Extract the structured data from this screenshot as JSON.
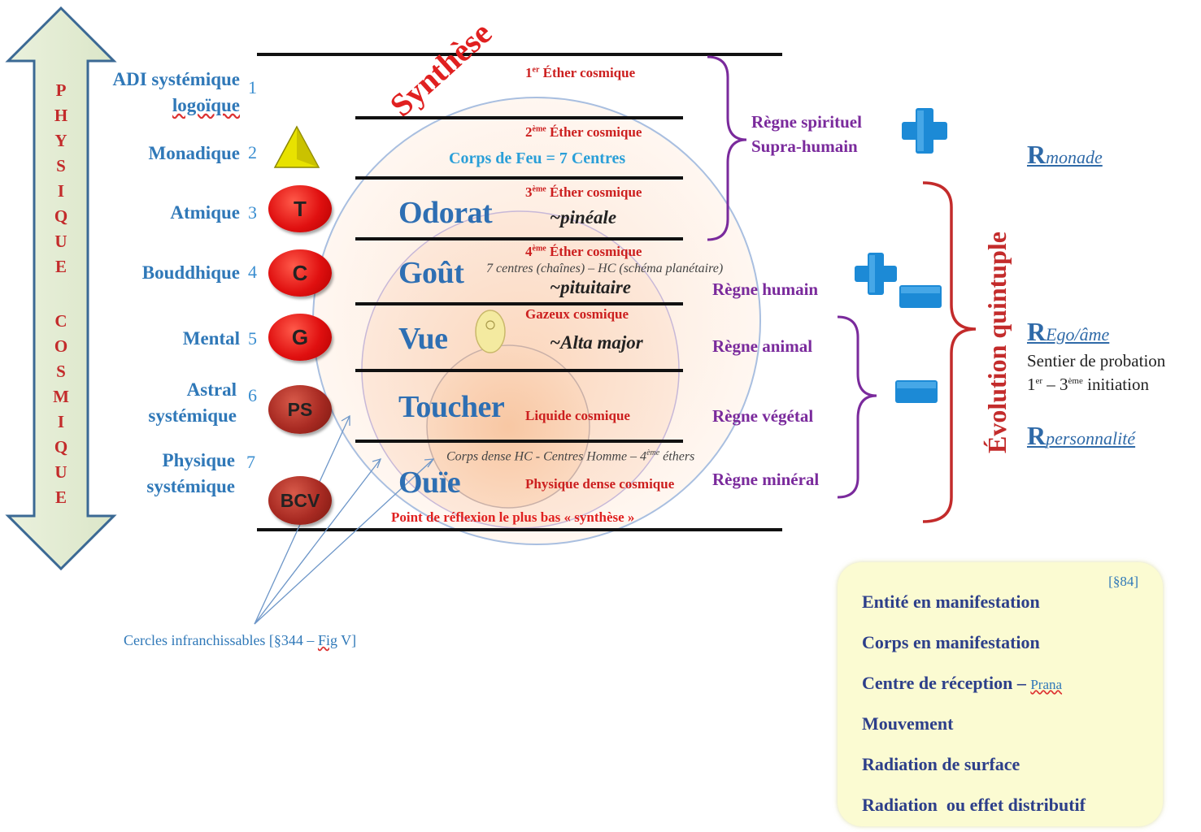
{
  "vertical_arrow": {
    "word1": [
      "P",
      "H",
      "Y",
      "S",
      "I",
      "Q",
      "U",
      "E"
    ],
    "word2": [
      "C",
      "O",
      "S",
      "M",
      "I",
      "Q",
      "U",
      "E"
    ]
  },
  "planes": [
    {
      "line1": "ADI systémique",
      "line2": "logoïque",
      "num": "1"
    },
    {
      "line1": "Monadique",
      "num": "2"
    },
    {
      "line1": "Atmique",
      "num": "3"
    },
    {
      "line1": "Bouddhique",
      "num": "4"
    },
    {
      "line1": "Mental",
      "num": "5"
    },
    {
      "line1": "Astral",
      "line2": "systémique",
      "num": "6"
    },
    {
      "line1": "Physique",
      "line2": "systémique",
      "num": "7"
    }
  ],
  "badges": {
    "t": "T",
    "c": "C",
    "g": "G",
    "ps": "PS",
    "bcv": "BCV"
  },
  "synthese": "Synthèse",
  "ethers": [
    {
      "ord": "1",
      "sup": "er",
      "label": "Éther cosmique"
    },
    {
      "ord": "2",
      "sup": "ème",
      "label": "Éther cosmique"
    },
    {
      "ord": "3",
      "sup": "ème",
      "label": "Éther cosmique"
    },
    {
      "ord": "4",
      "sup": "ème",
      "label": "Éther cosmique"
    }
  ],
  "cosmic_levels": {
    "gazeux": "Gazeux cosmique",
    "liquide": "Liquide cosmique",
    "dense": "Physique dense cosmique"
  },
  "corps_de_feu": "Corps de Feu = 7 Centres",
  "senses": [
    "Odorat",
    "Goût",
    "Vue",
    "Toucher",
    "Ouïe"
  ],
  "glands": {
    "pineale": "~pinéale",
    "pituitaire": "~pituitaire",
    "alta": "~Alta major"
  },
  "notes": {
    "centres": "7 centres (chaînes) – HC (schéma planétaire)",
    "corps_dense_pre": "Corps dense HC - Centres Homme – 4",
    "corps_dense_sup": "ème",
    "corps_dense_post": " éthers"
  },
  "point_reflexion": "Point de réflexion le plus bas « synthèse »",
  "regnes": {
    "spirituel1": "Règne spirituel",
    "spirituel2": "Supra-humain",
    "humain": "Règne humain",
    "animal": "Règne animal",
    "vegetal": "Règne végétal",
    "mineral": "Règne minéral"
  },
  "evolution": "Évolution quintuple",
  "r_labels": {
    "monade": {
      "big": "R",
      "small": "monade"
    },
    "ego": {
      "big": "R",
      "small": "Ego/âme"
    },
    "personnalite": {
      "big": "R",
      "small": "personnalité"
    }
  },
  "sentier": {
    "line1": "Sentier de probation",
    "line2_pre": "1",
    "line2_sup1": "er",
    "line2_mid": " – 3",
    "line2_sup2": "ème",
    "line2_post": " initiation"
  },
  "cercles": {
    "pre": "Cercles infranchissables [§344 – ",
    "link": "Fig",
    "post": " V]"
  },
  "info_box": {
    "ref": "[§84]",
    "items": [
      "Entité en manifestation",
      "Corps en manifestation",
      "Centre de réception – ",
      "Mouvement",
      "Radiation de surface",
      "Radiation  ou effet distributif"
    ],
    "prana": "Prana"
  },
  "colors": {
    "plane_blue": "#2f78b8",
    "red": "#cc1f1f",
    "purple": "#7a2a9c",
    "sense_blue": "#2e6fb3",
    "plus_minus_blue": "#1c8ad6",
    "box_yellow": "#fbfbd2"
  },
  "icons": [
    "double-arrow-icon",
    "yellow-triangle-icon",
    "plus-icon",
    "minus-icon",
    "pituitary-gland-icon",
    "curly-brace-icon"
  ]
}
